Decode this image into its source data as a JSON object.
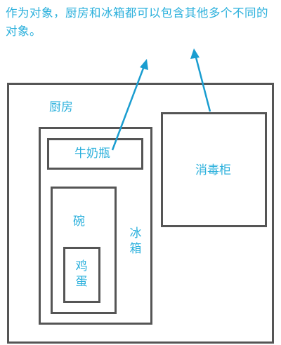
{
  "caption": "作为对象，厨房和冰箱都可以包含其他多个不同的对象。",
  "labels": {
    "kitchen": "厨房",
    "fridge": "冰箱",
    "milk_bottle": "牛奶瓶",
    "bowl": "碗",
    "egg": "鸡蛋",
    "disinfection_cabinet": "消毒柜"
  },
  "colors": {
    "text_accent": "#2bb0dc",
    "box_border": "#555555",
    "arrow": "#1a9dd0"
  }
}
